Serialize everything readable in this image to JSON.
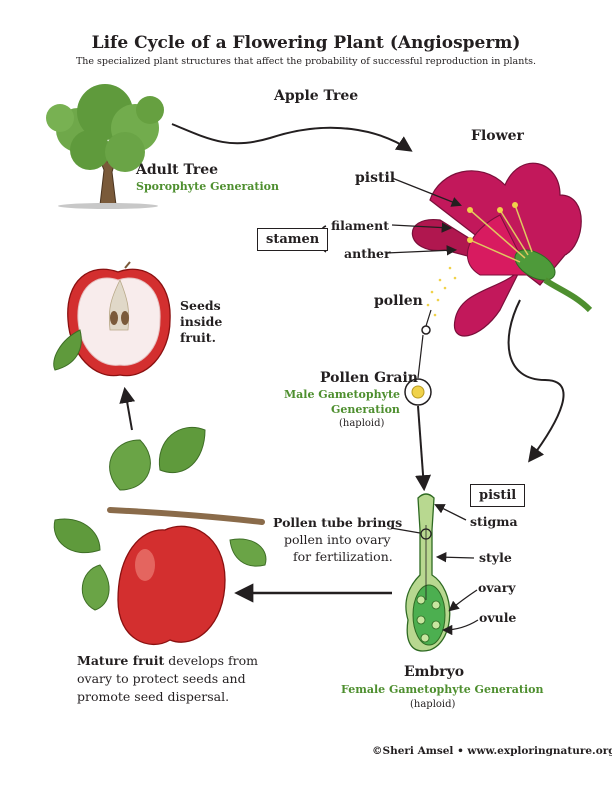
{
  "title": "Life Cycle of a Flowering Plant (Angiosperm)",
  "subtitle": "The specialized plant structures that affect the probability of successful reproduction in plants.",
  "apple_tree": "Apple Tree",
  "adult_tree": {
    "label": "Adult Tree",
    "generation": "Sporophyte Generation"
  },
  "flower": {
    "label": "Flower",
    "pistil": "pistil",
    "stamen": "stamen",
    "filament": "filament",
    "anther": "anther",
    "pollen": "pollen"
  },
  "pollen_grain": {
    "label": "Pollen Grain",
    "generation_line1": "Male Gametophyte",
    "generation_line2": "Generation",
    "ploidy": "(haploid)"
  },
  "pistil_detail": {
    "label": "pistil",
    "stigma": "stigma",
    "style": "style",
    "ovary": "ovary",
    "ovule": "ovule",
    "pollen_tube_line1": "Pollen tube brings",
    "pollen_tube_line2": "pollen into ovary",
    "pollen_tube_line3": "for fertilization."
  },
  "embryo": {
    "label": "Embryo",
    "generation": "Female Gametophyte Generation",
    "ploidy": "(haploid)"
  },
  "mature_fruit": {
    "bold": "Mature fruit",
    "line1_rest": " develops from",
    "line2": "ovary to protect seeds and",
    "line3": "promote seed dispersal."
  },
  "seeds": {
    "line1": "Seeds",
    "line2": "inside",
    "line3": "fruit."
  },
  "credit": "©Sheri Amsel • www.exploringnature.org",
  "colors": {
    "leaf_green": "#5f9a3c",
    "petal_pink": "#c2185b",
    "apple_red": "#d32f2f",
    "text_green": "#4e8f2f"
  }
}
